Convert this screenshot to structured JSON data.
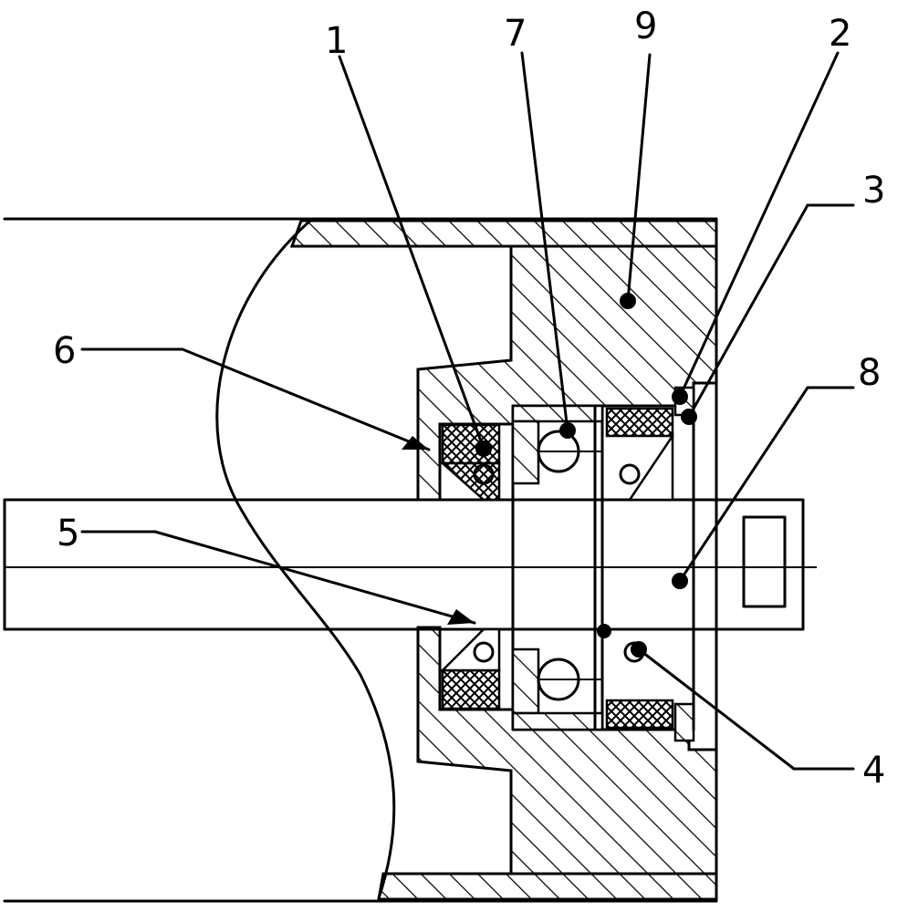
{
  "figure": {
    "colors": {
      "line": "#000000",
      "background": "#ffffff"
    },
    "callouts": [
      {
        "id": "c1",
        "text": "1"
      },
      {
        "id": "c2",
        "text": "2"
      },
      {
        "id": "c3",
        "text": "3"
      },
      {
        "id": "c4",
        "text": "4"
      },
      {
        "id": "c5",
        "text": "5"
      },
      {
        "id": "c6",
        "text": "6"
      },
      {
        "id": "c7",
        "text": "7"
      },
      {
        "id": "c8",
        "text": "8"
      },
      {
        "id": "c9",
        "text": "9"
      }
    ]
  }
}
